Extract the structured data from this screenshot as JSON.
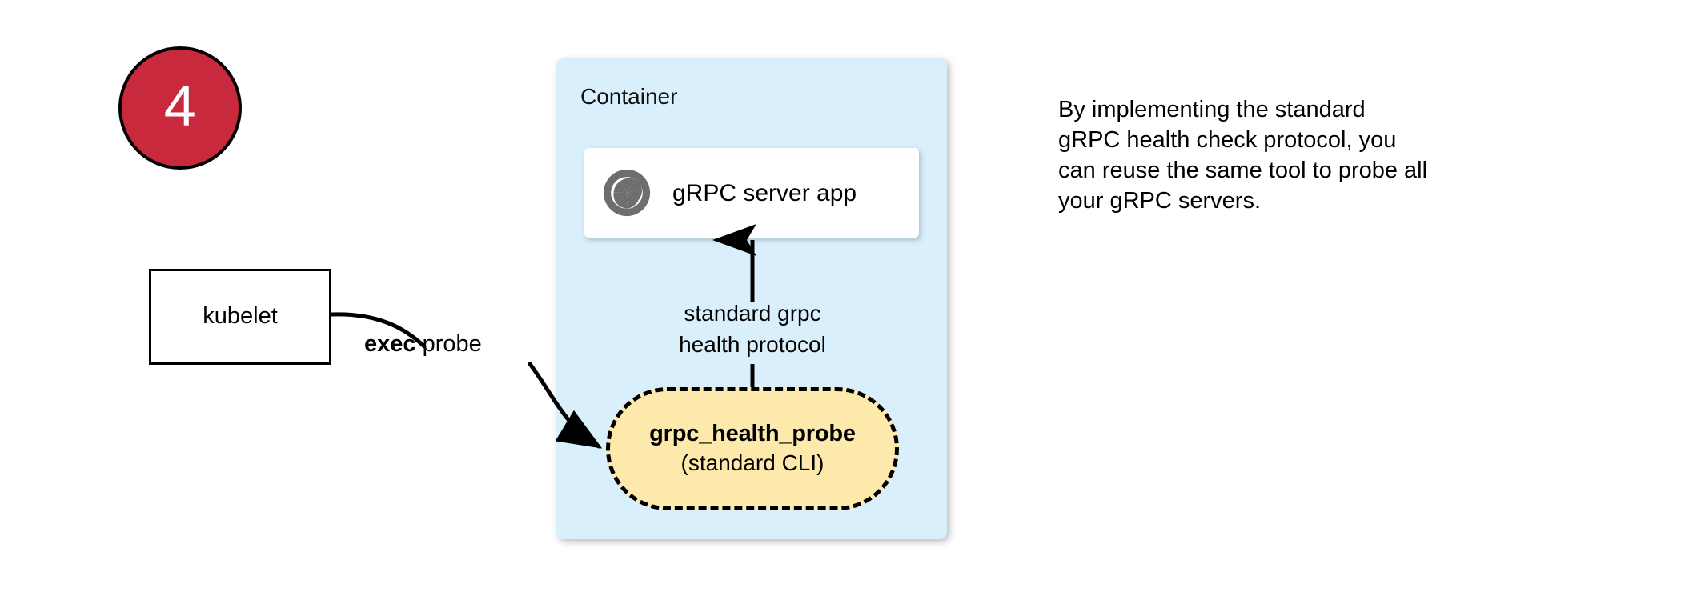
{
  "diagram": {
    "step_badge": {
      "number": "4",
      "fill_color": "#c8293c",
      "text_color": "#ffffff"
    },
    "kubelet": {
      "label": "kubelet"
    },
    "container": {
      "title": "Container",
      "fill_color": "#d9effc",
      "server_app": {
        "label": "gRPC server app",
        "icon": "grpc-aperture-icon",
        "icon_color": "#6e6e6e"
      },
      "probe": {
        "title": "grpc_health_probe",
        "subtitle": "(standard CLI)",
        "fill_color": "#fde9ab",
        "border_style": "dashed"
      }
    },
    "edges": {
      "exec_probe": {
        "label_bold": "exec",
        "label_rest": " probe"
      },
      "health_protocol": {
        "line1": "standard grpc",
        "line2": "health protocol"
      }
    },
    "annotation": {
      "line1": "By implementing the standard",
      "line2": "gRPC health check protocol, you",
      "line3": "can reuse the same tool to probe all",
      "line4": "your gRPC servers."
    }
  }
}
